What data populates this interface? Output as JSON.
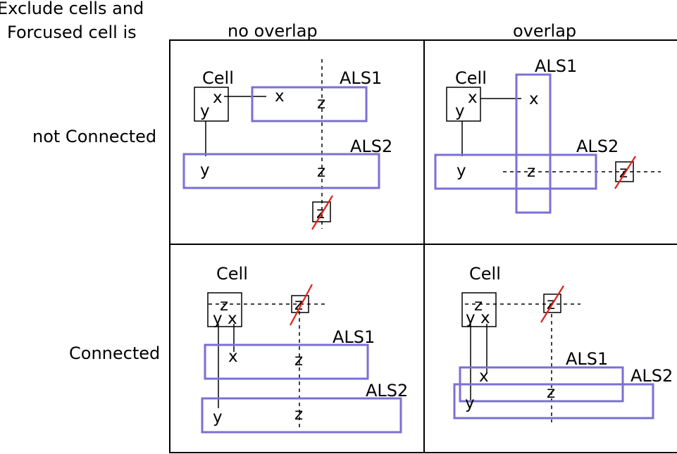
{
  "corner_label": {
    "line1": "Exclude cells and",
    "line2": "Forcused cell is"
  },
  "columns": {
    "no_overlap": "no overlap",
    "overlap": "overlap"
  },
  "rows": {
    "not_connected": "not Connected",
    "connected": "Connected"
  },
  "labels": {
    "cell": "Cell",
    "als1": "ALS1",
    "als2": "ALS2",
    "x": "x",
    "y": "y",
    "z": "z"
  },
  "colors": {
    "als_border": "#7b6fd6",
    "strike": "#e0201c",
    "line": "#000000"
  }
}
